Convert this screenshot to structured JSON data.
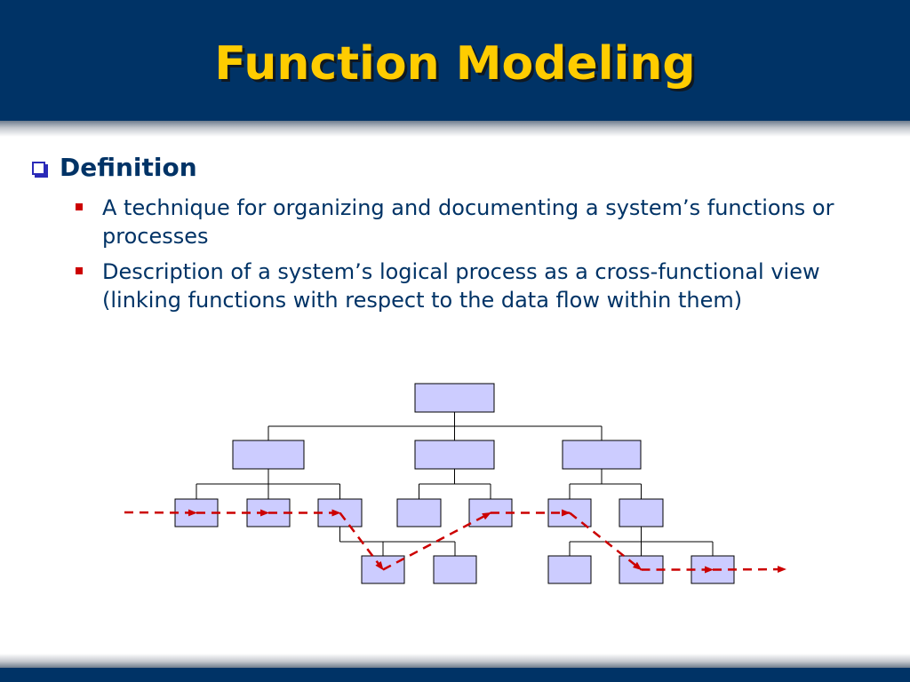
{
  "slide": {
    "title": "Function Modeling",
    "heading": "Definition",
    "bullets": [
      "A technique for organizing and documenting a system’s functions or processes",
      "Description of a system’s logical process as a cross-functional view (linking functions with respect to the data flow within them)"
    ]
  },
  "colors": {
    "header_band": "#003366",
    "title_text": "#ffcc00",
    "body_text": "#003366",
    "bullet_square": "#cc0000",
    "box_fill": "#ccccff",
    "flow_line": "#cc0000"
  },
  "icons": {
    "heading_bullet": "hollow-square-bullet-icon",
    "item_bullet": "red-square-bullet-icon"
  },
  "diagram": {
    "type": "function-decomposition-tree",
    "boxes": [
      "root",
      "a",
      "b",
      "c",
      "a1",
      "a2",
      "a3",
      "b1",
      "b2",
      "c1",
      "c2",
      "a3a",
      "a3b",
      "c2a",
      "c2b",
      "c2c"
    ],
    "edges": [
      [
        "root",
        "a"
      ],
      [
        "root",
        "b"
      ],
      [
        "root",
        "c"
      ],
      [
        "a",
        "a1"
      ],
      [
        "a",
        "a2"
      ],
      [
        "a",
        "a3"
      ],
      [
        "b",
        "b1"
      ],
      [
        "b",
        "b2"
      ],
      [
        "c",
        "c1"
      ],
      [
        "c",
        "c2"
      ],
      [
        "a3",
        "a3a"
      ],
      [
        "a3",
        "a3b"
      ],
      [
        "c2",
        "c2a"
      ],
      [
        "c2",
        "c2b"
      ],
      [
        "c2",
        "c2c"
      ]
    ],
    "data_flow": [
      "a1",
      "a2",
      "a3",
      "a3a",
      "b2",
      "c1",
      "c2b",
      "c2c"
    ]
  }
}
